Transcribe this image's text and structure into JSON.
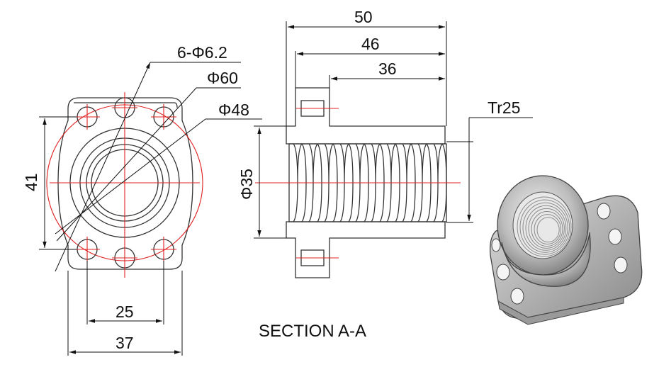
{
  "drawing": {
    "caption": "SECTION A-A",
    "dimensions": {
      "holes": "6-Φ6.2",
      "flange_dia": "Φ60",
      "pcd": "Φ48",
      "height_41": "41",
      "width_25": "25",
      "width_37": "37",
      "length_50": "50",
      "length_46": "46",
      "length_36": "36",
      "body_dia": "Φ35",
      "thread": "Tr25"
    },
    "colors": {
      "outline": "#333333",
      "dimension": "#111111",
      "centerline": "#e02020",
      "hatch": "#5fb7c7"
    }
  }
}
